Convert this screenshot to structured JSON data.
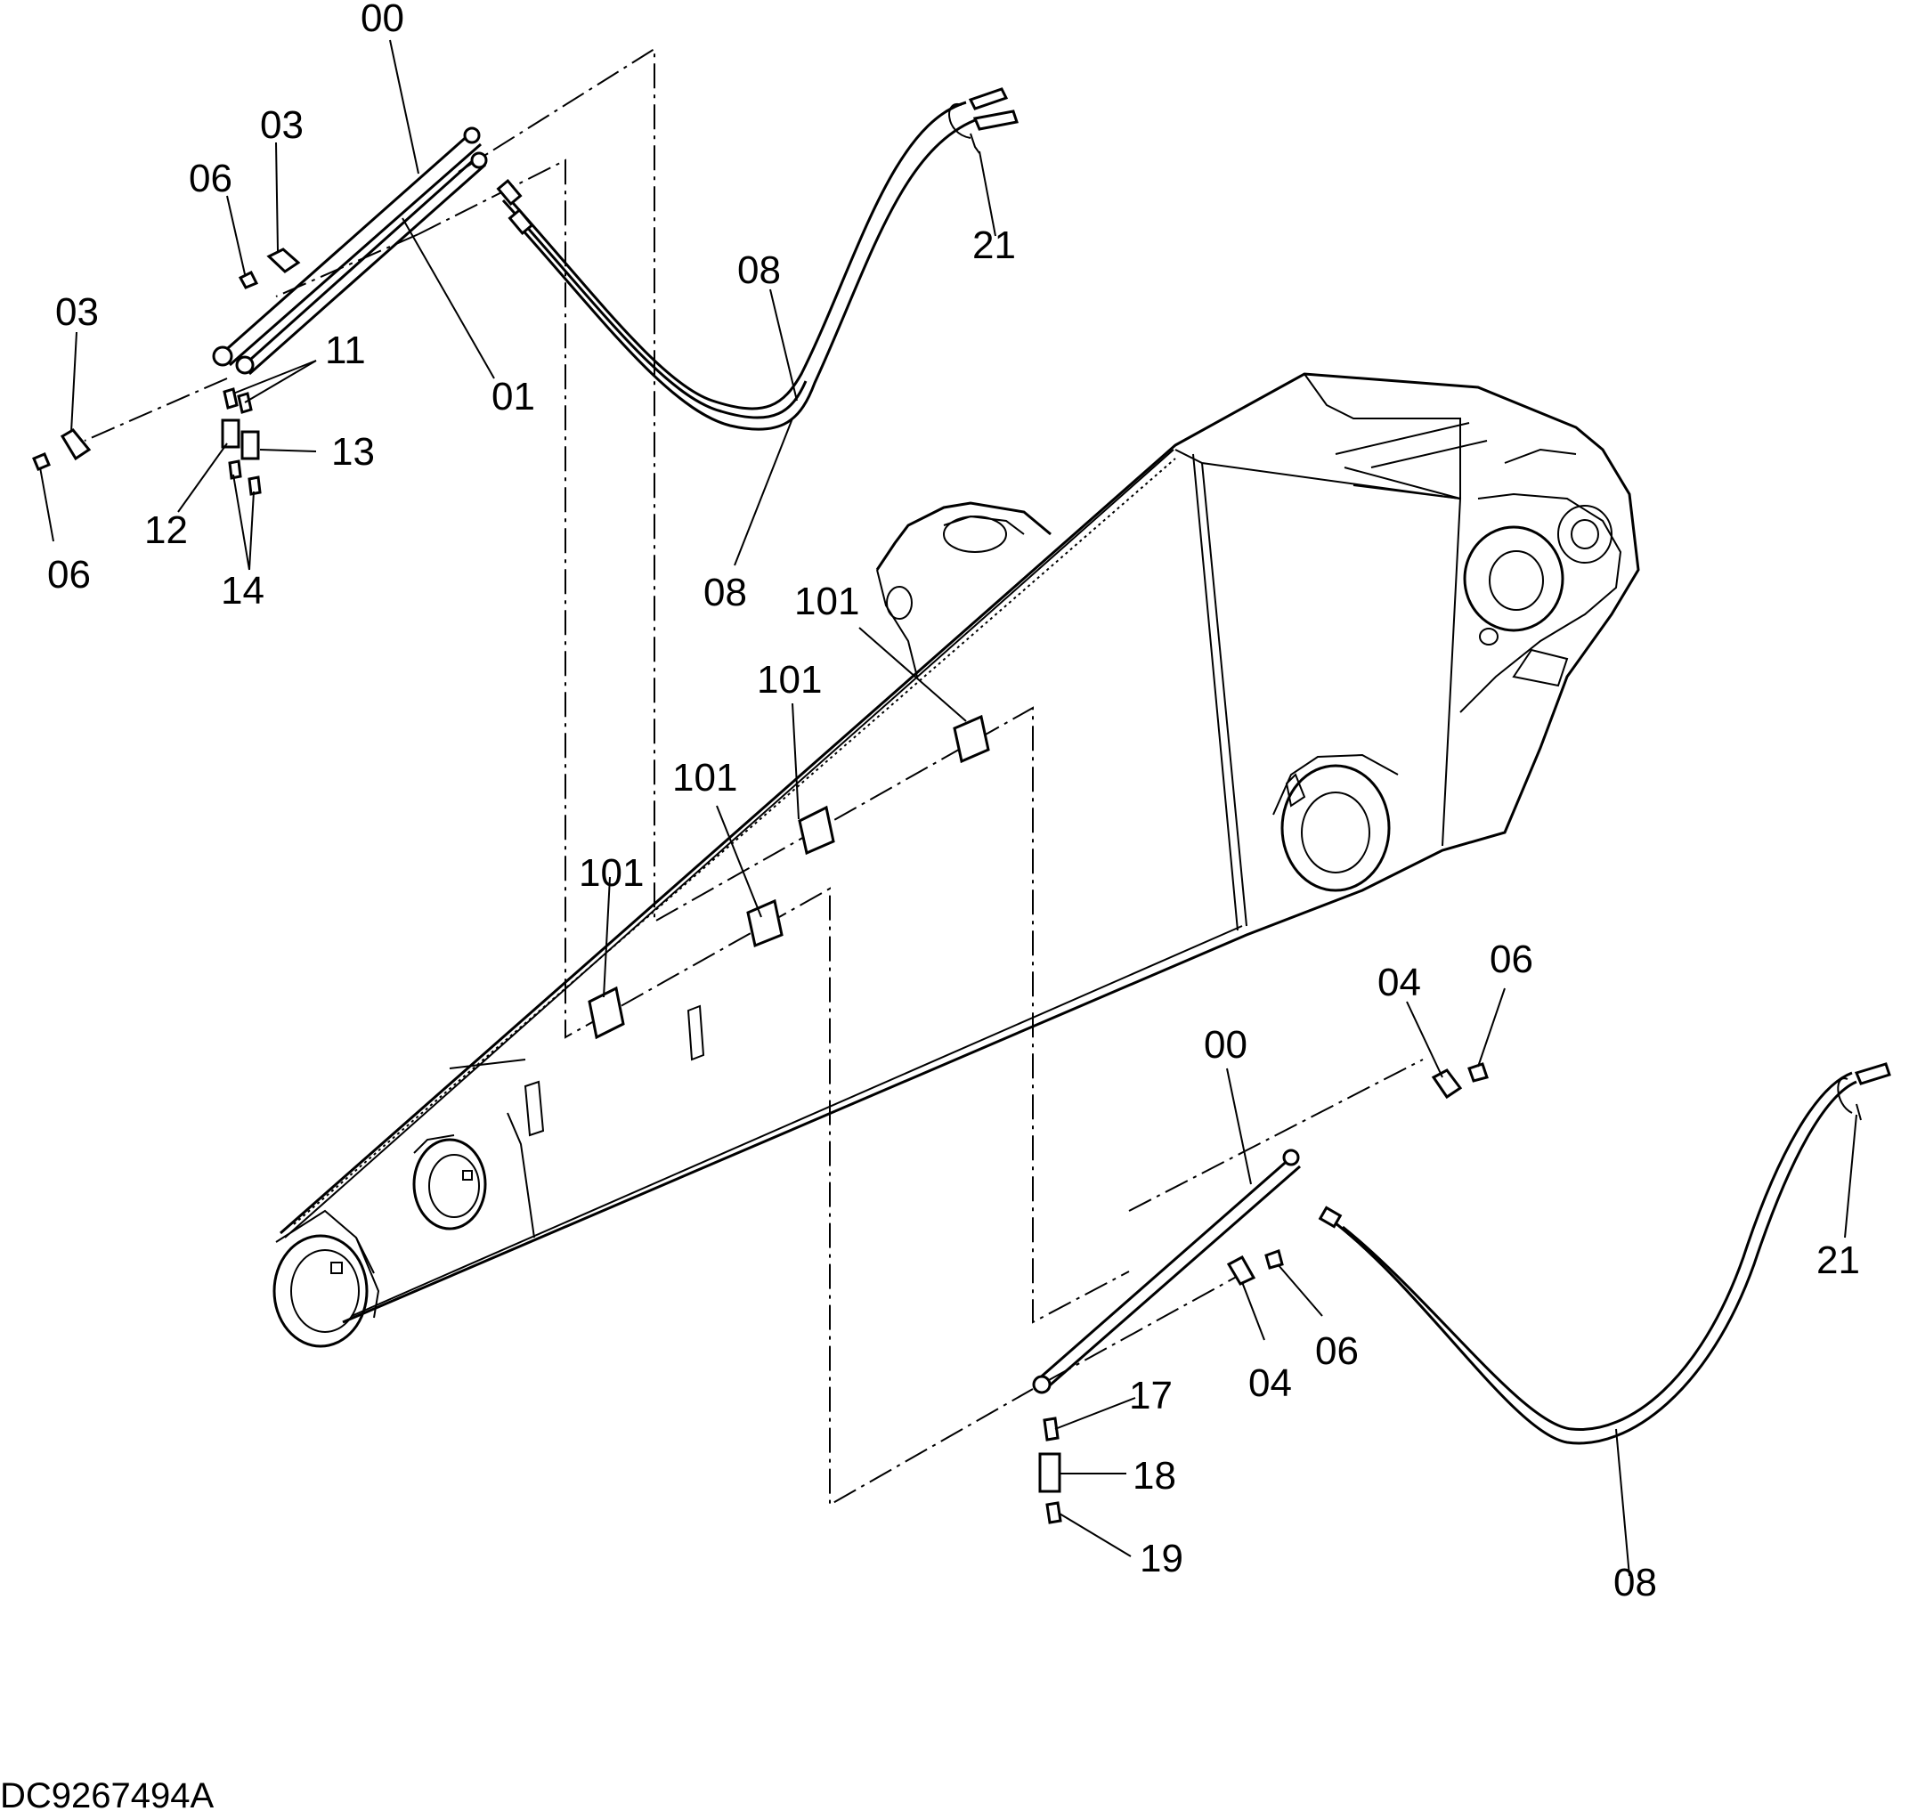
{
  "drawing_code": "DC9267494A",
  "labels": {
    "upper_00": "00",
    "upper_01": "01",
    "upper_03a": "03",
    "upper_03b": "03",
    "upper_06a": "06",
    "upper_06b": "06",
    "upper_08a": "08",
    "upper_08b": "08",
    "upper_11": "11",
    "upper_12": "12",
    "upper_13": "13",
    "upper_14": "14",
    "upper_21": "21",
    "pad_101a": "101",
    "pad_101b": "101",
    "pad_101c": "101",
    "pad_101d": "101",
    "lower_00": "00",
    "lower_04a": "04",
    "lower_04b": "04",
    "lower_06a": "06",
    "lower_06b": "06",
    "lower_08": "08",
    "lower_17": "17",
    "lower_18": "18",
    "lower_19": "19",
    "lower_21": "21"
  }
}
